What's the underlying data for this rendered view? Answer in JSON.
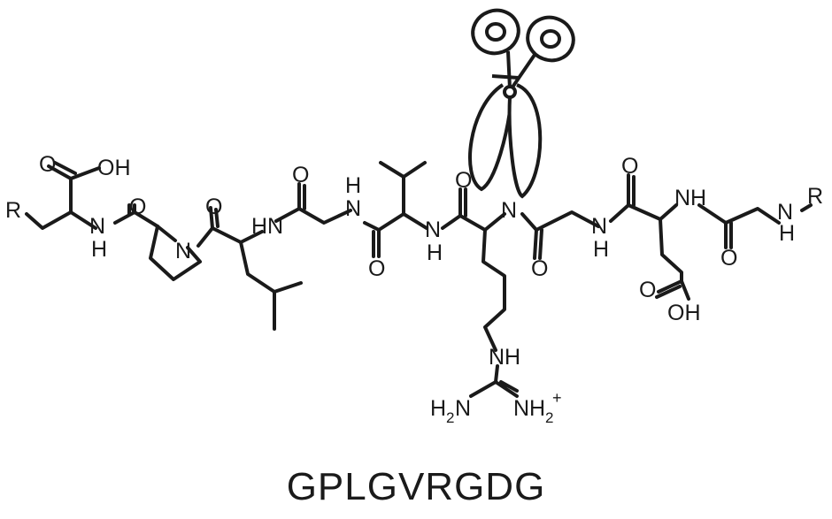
{
  "labels": {
    "R_left": "R",
    "R_right": "R",
    "O": "O",
    "OH": "OH",
    "N": "N",
    "H": "H",
    "NH": "NH",
    "HN": "HN",
    "N_sub": "2",
    "H_sub": "2",
    "H2N_H": "H",
    "H2N_N": "N",
    "NH2_N": "N",
    "NH2_H": "H",
    "plus": "+"
  },
  "sequence": "GPLGVRGDG",
  "icon": "scissors-icon"
}
